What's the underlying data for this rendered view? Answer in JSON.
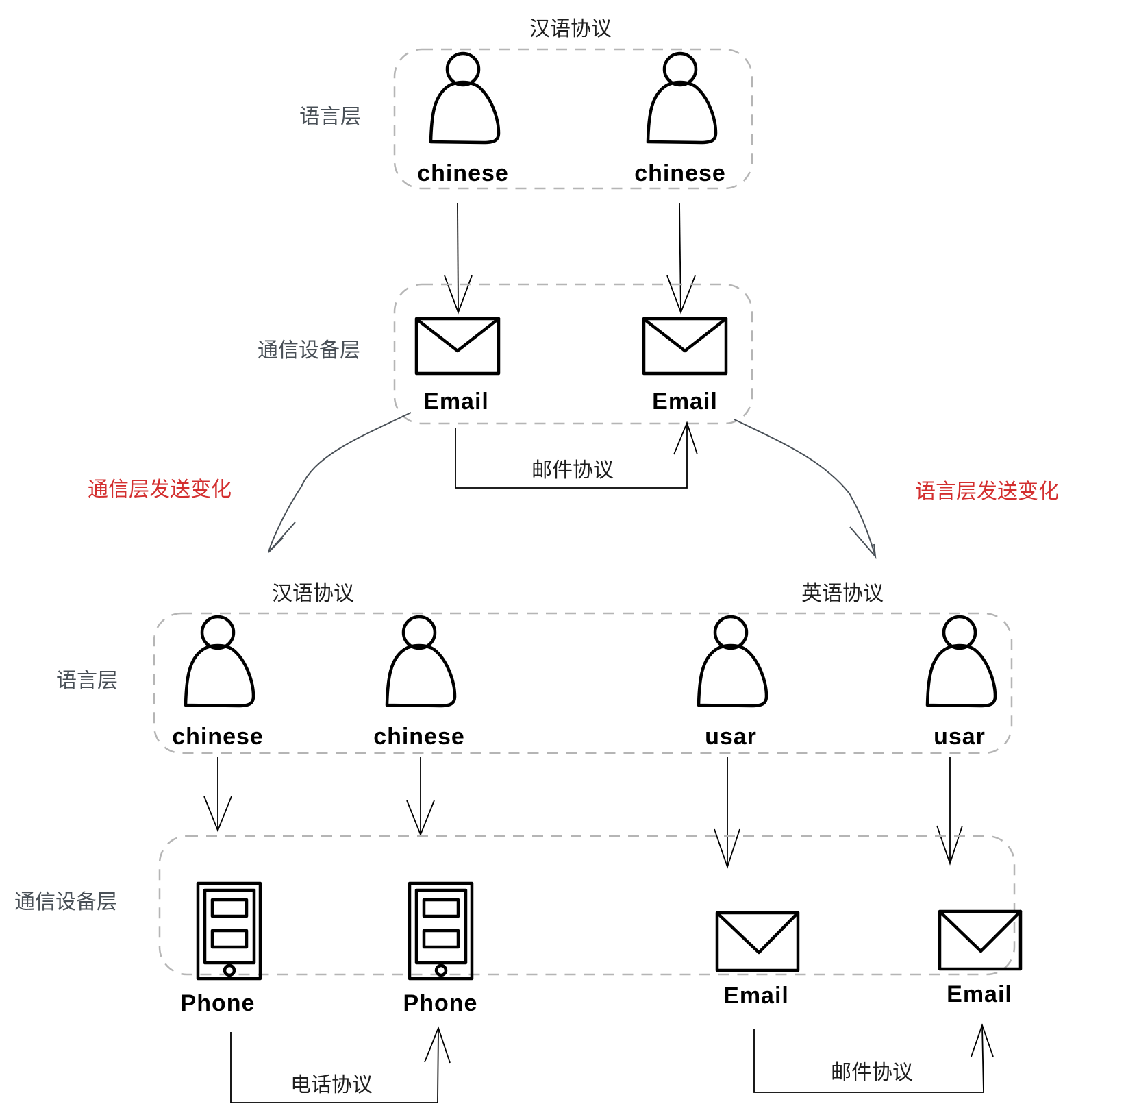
{
  "colors": {
    "chinese_fill": "#f25c5c",
    "usa_fill": "#4a6ee8",
    "device_fill": "#c5cbd3",
    "accent_red": "#d32f2f",
    "label_gray": "#495057"
  },
  "top": {
    "protocol_title": "汉语协议",
    "language_layer_label": "语言层",
    "device_layer_label": "通信设备层",
    "people": [
      {
        "label": "chinese",
        "icon": "person-icon",
        "color": "red"
      },
      {
        "label": "chinese",
        "icon": "person-icon",
        "color": "red"
      }
    ],
    "devices": [
      {
        "label": "Email",
        "icon": "envelope-icon"
      },
      {
        "label": "Email",
        "icon": "envelope-icon"
      }
    ],
    "device_protocol": "邮件协议"
  },
  "transitions": {
    "left": "通信层发送变化",
    "right": "语言层发送变化"
  },
  "bottom": {
    "language_layer_label": "语言层",
    "device_layer_label": "通信设备层",
    "left_protocol_title": "汉语协议",
    "right_protocol_title": "英语协议",
    "people": [
      {
        "label": "chinese",
        "icon": "person-icon",
        "color": "red"
      },
      {
        "label": "chinese",
        "icon": "person-icon",
        "color": "red"
      },
      {
        "label": "usar",
        "icon": "person-icon",
        "color": "blue"
      },
      {
        "label": "usar",
        "icon": "person-icon",
        "color": "blue"
      }
    ],
    "devices": [
      {
        "label": "Phone",
        "icon": "phone-icon"
      },
      {
        "label": "Phone",
        "icon": "phone-icon"
      },
      {
        "label": "Email",
        "icon": "envelope-icon"
      },
      {
        "label": "Email",
        "icon": "envelope-icon"
      }
    ],
    "left_device_protocol": "电话协议",
    "right_device_protocol": "邮件协议"
  }
}
